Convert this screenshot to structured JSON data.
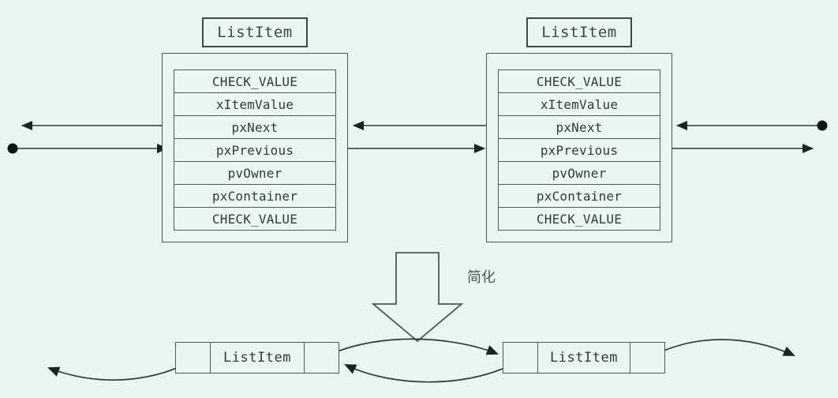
{
  "diagram": {
    "title_caption": "ListItem",
    "annotation_text": "简化",
    "colors": {
      "background": "#e9f6f1",
      "stroke": "#3b4a46",
      "line": "#44534f",
      "text": "#2f3b38",
      "marker": "#000000"
    },
    "detailed_nodes": [
      {
        "id": "node-1",
        "caption": "ListItem",
        "fields": [
          "CHECK_VALUE",
          "xItemValue",
          "pxNext",
          "pxPrevious",
          "pvOwner",
          "pxContainer",
          "CHECK_VALUE"
        ]
      },
      {
        "id": "node-2",
        "caption": "ListItem",
        "fields": [
          "CHECK_VALUE",
          "xItemValue",
          "pxNext",
          "pxPrevious",
          "pvOwner",
          "pxContainer",
          "CHECK_VALUE"
        ]
      }
    ],
    "simplified_nodes": [
      {
        "id": "simple-node-1",
        "label": "ListItem"
      },
      {
        "id": "simple-node-2",
        "label": "ListItem"
      }
    ]
  }
}
